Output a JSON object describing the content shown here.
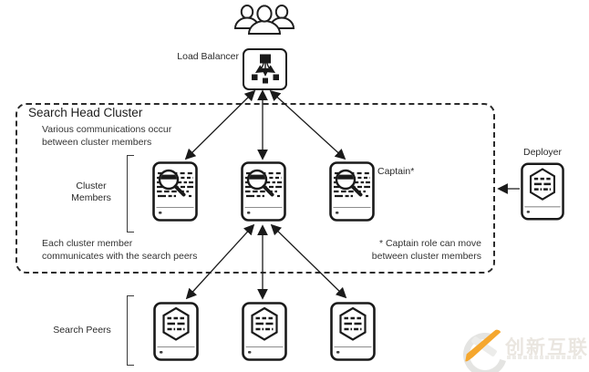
{
  "page": {
    "background": "#ffffff",
    "ink_color": "#1a1a1a"
  },
  "top": {
    "load_balancer_label": "Load Balancer"
  },
  "cluster_box": {
    "title": "Search Head Cluster",
    "note_top": {
      "line1": "Various communications occur",
      "line2": "between cluster members"
    },
    "note_bottom": {
      "line1": "Each cluster member",
      "line2": "communicates with the search peers"
    },
    "note_captain": {
      "line1": "* Captain role can move",
      "line2": "between cluster members"
    },
    "members_label": {
      "line1": "Cluster",
      "line2": "Members"
    },
    "captain_label": "Captain*",
    "search_head_count": 3
  },
  "deployer": {
    "label": "Deployer"
  },
  "search_peers": {
    "label": "Search Peers",
    "count": 3
  },
  "connections": [
    {
      "from": "load-balancer",
      "to": "search-head-1",
      "type": "bidirectional"
    },
    {
      "from": "load-balancer",
      "to": "search-head-2",
      "type": "bidirectional"
    },
    {
      "from": "load-balancer",
      "to": "search-head-3",
      "type": "bidirectional"
    },
    {
      "from": "search-head-2",
      "to": "search-peer-1",
      "type": "bidirectional"
    },
    {
      "from": "search-head-2",
      "to": "search-peer-2",
      "type": "bidirectional"
    },
    {
      "from": "search-head-2",
      "to": "search-peer-3",
      "type": "bidirectional"
    },
    {
      "from": "deployer",
      "to": "search-head-cluster",
      "type": "directed"
    }
  ],
  "icons": {
    "users": "users-group-icon",
    "load_balancer": "load-balancer-distribution-icon",
    "search_head": "server-magnifier-icon",
    "search_peer": "server-hexagon-db-icon",
    "deployer": "server-hexagon-db-icon"
  },
  "watermark": {
    "text": "创新互联",
    "accent_color": "#F5A72E",
    "gray_color": "#E6E6E4"
  }
}
